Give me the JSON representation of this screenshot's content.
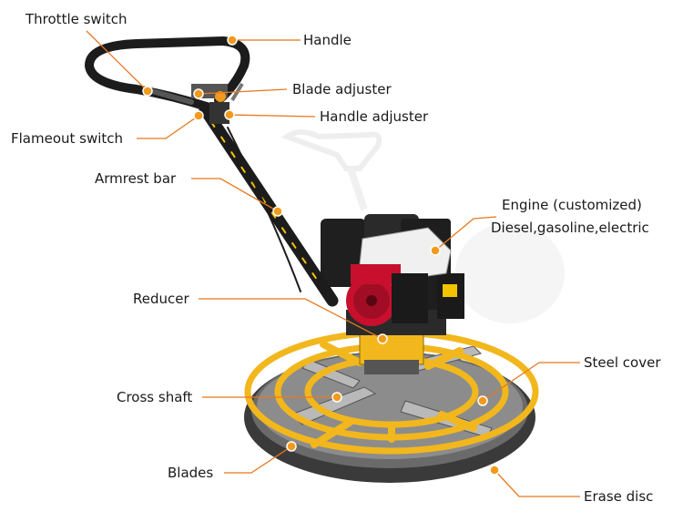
{
  "diagram": {
    "labels": {
      "throttle_switch": "Throttle switch",
      "handle": "Handle",
      "blade_adjuster": "Blade adjuster",
      "handle_adjuster": "Handle adjuster",
      "flameout_switch": "Flameout switch",
      "armrest_bar": "Armrest bar",
      "engine_line1": "Engine (customized)",
      "engine_line2": "Diesel,gasoline,electric",
      "reducer": "Reducer",
      "steel_cover": "Steel cover",
      "cross_shaft": "Cross shaft",
      "blades": "Blades",
      "erase_disc": "Erase disc"
    },
    "colors": {
      "leader_line": "#e8781e",
      "marker": "#f39a1c",
      "frame_yellow": "#f2b71c",
      "engine_red": "#c8102e",
      "handle_black": "#1c1c1c",
      "disc_dark": "#3a3a3a"
    }
  }
}
